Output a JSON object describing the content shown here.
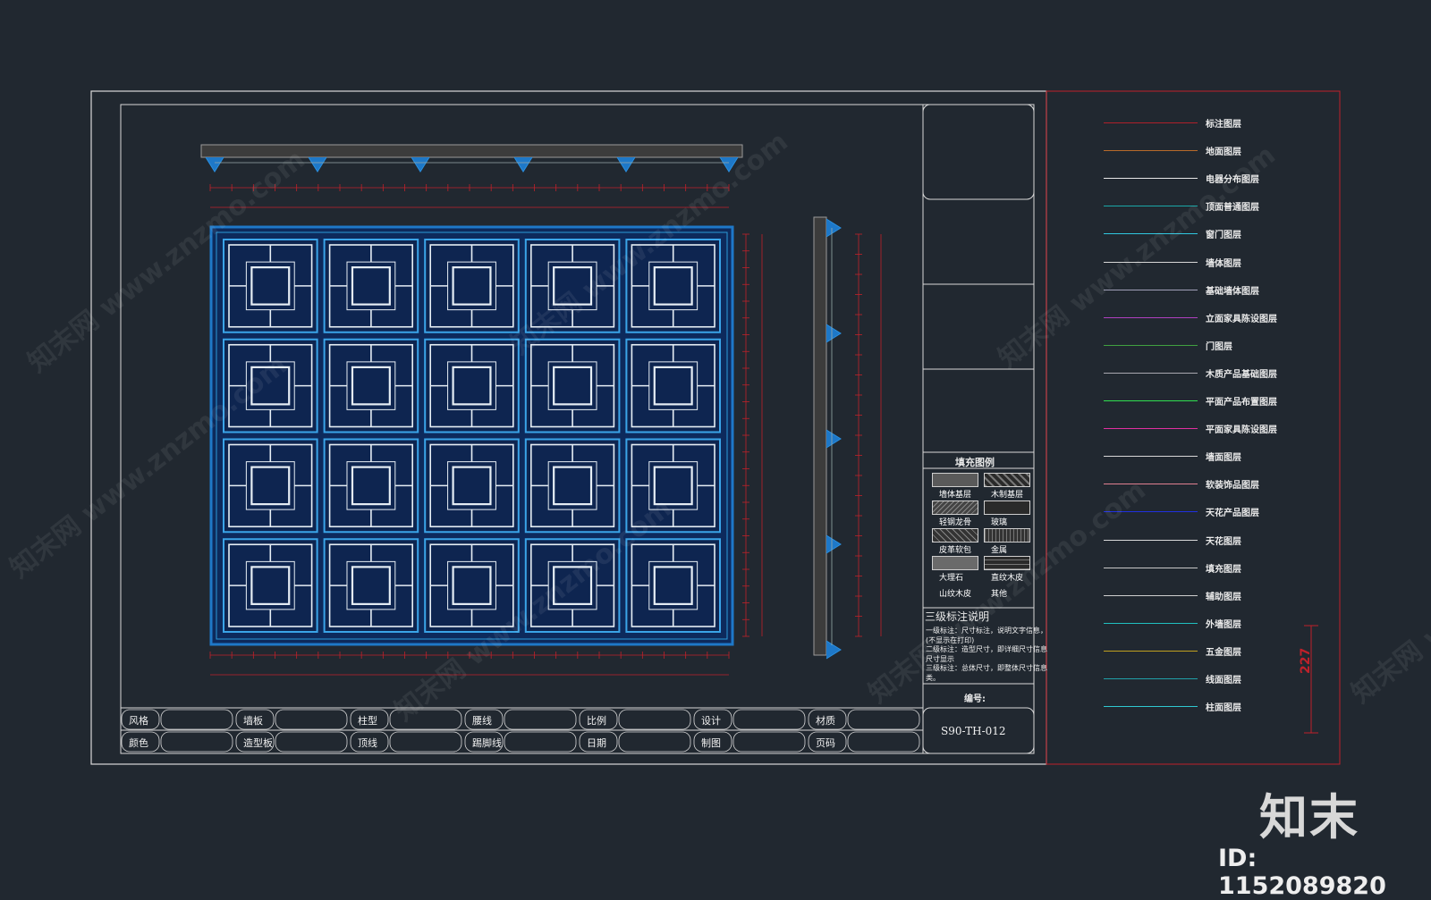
{
  "colors": {
    "background": "#212830",
    "frame": "#d9d9d9",
    "dimension": "#c0212a",
    "panel_blue": "#1e78c8",
    "panel_dark": "#0d2a5c",
    "lattice": "#e6eef5"
  },
  "drawing": {
    "grid_rows": 4,
    "grid_cols": 5
  },
  "fill_legend": {
    "title": "填充图例",
    "items": [
      "墙体基层",
      "木制基层",
      "轻钢龙骨",
      "玻璃",
      "皮革软包",
      "金属",
      "大理石",
      "直纹木皮",
      "山纹木皮",
      "其他"
    ]
  },
  "notes": {
    "title": "三级标注说明",
    "lines": [
      "一级标注：尺寸标注，说明文字信息，",
      "(不显示在打印)",
      "二级标注：造型尺寸，即详细尺寸信息",
      "尺寸显示",
      "三级标注：总体尺寸，即整体尺寸信息",
      "类。"
    ]
  },
  "drawing_no": {
    "label": "编号:",
    "value": "S90-TH-012"
  },
  "title_block": {
    "row1": [
      "风格",
      "墙板",
      "柱型",
      "腰线",
      "比例",
      "设计",
      "材质"
    ],
    "row2": [
      "颜色",
      "造型板",
      "顶线",
      "踢脚线",
      "日期",
      "制图",
      "页码"
    ]
  },
  "layer_legend": [
    {
      "label": "标注图层",
      "color": "#b0202a"
    },
    {
      "label": "地面图层",
      "color": "#b86a2a"
    },
    {
      "label": "电器分布图层",
      "color": "#e8e8e8"
    },
    {
      "label": "顶面普通图层",
      "color": "#1aa8a8"
    },
    {
      "label": "窗门图层",
      "color": "#30c8e0"
    },
    {
      "label": "墙体图层",
      "color": "#d8d8d8"
    },
    {
      "label": "基础墙体图层",
      "color": "#a0a0b8"
    },
    {
      "label": "立面家具陈设图层",
      "color": "#b040c0"
    },
    {
      "label": "门图层",
      "color": "#40a040"
    },
    {
      "label": "木质产品基础图层",
      "color": "#a8a8b0"
    },
    {
      "label": "平面产品布置图层",
      "color": "#30e050"
    },
    {
      "label": "平面家具陈设图层",
      "color": "#e030a0"
    },
    {
      "label": "墙面图层",
      "color": "#d8d8d8"
    },
    {
      "label": "软装饰品图层",
      "color": "#e08090"
    },
    {
      "label": "天花产品图层",
      "color": "#2030e0"
    },
    {
      "label": "天花图层",
      "color": "#d8d8d8"
    },
    {
      "label": "填充图层",
      "color": "#c8c8c8"
    },
    {
      "label": "辅助图层",
      "color": "#d0d0d0"
    },
    {
      "label": "外墙图层",
      "color": "#20c0c0"
    },
    {
      "label": "五金图层",
      "color": "#c0a020"
    },
    {
      "label": "线面图层",
      "color": "#20a0a8"
    },
    {
      "label": "柱面图层",
      "color": "#30c8d0"
    }
  ],
  "side_dimension": "227",
  "brand": {
    "name": "知末",
    "id": "ID: 1152089820"
  },
  "watermark": "知末网 www.znzmo.com"
}
